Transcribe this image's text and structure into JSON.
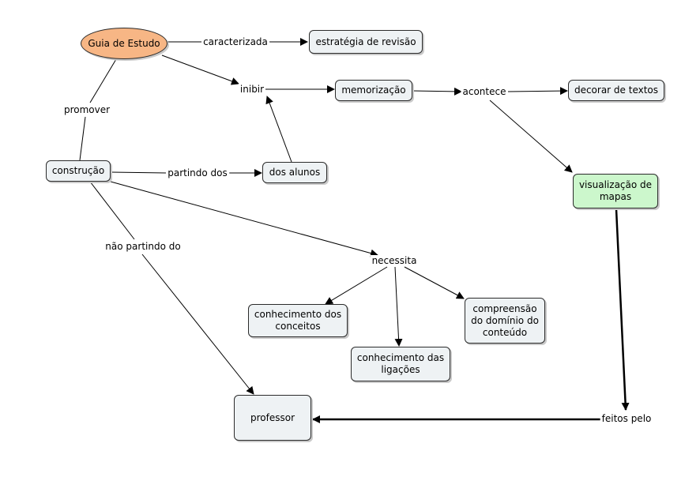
{
  "nodes": {
    "guia": "Guia de Estudo",
    "estrategia": "estratégia de revisão",
    "memorizacao": "memorização",
    "decorar": "decorar de textos",
    "construcao": "construção",
    "dos_alunos": "dos alunos",
    "visualizacao": "visualização de mapas",
    "conhecimento_conceitos": "conhecimento dos conceitos",
    "conhecimento_ligacoes": "conhecimento das ligações",
    "compreensao": "compreensão do domínio do conteúdo",
    "professor": "professor"
  },
  "links": {
    "caracterizada": "caracterizada",
    "inibir": "inibir",
    "acontece": "acontece",
    "promover": "promover",
    "partindo_dos": "partindo dos",
    "nao_partindo_do": "não partindo do",
    "necessita": "necessita",
    "feitos_pelo": "feitos pelo"
  },
  "colors": {
    "concept_fill": "#eef2f4",
    "root_fill": "#f7b685",
    "highlight_fill": "#ccf7cc",
    "line": "#000000"
  }
}
